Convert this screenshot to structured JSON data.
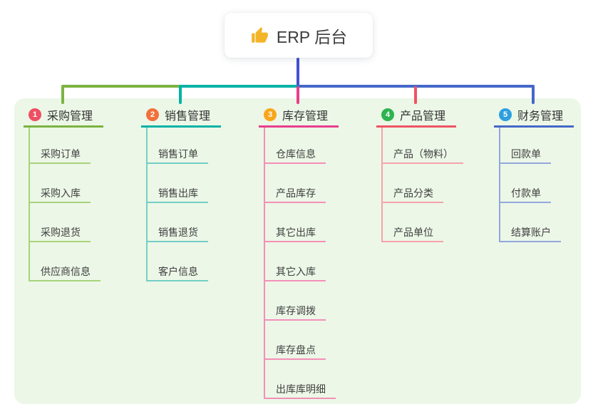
{
  "root": {
    "label": "ERP 后台",
    "icon": "thumbs-up",
    "icon_color": "#f2b52a"
  },
  "panel": {
    "background": "#ecf7e7"
  },
  "connector": {
    "root_line_color": "#4450d4"
  },
  "branches": [
    {
      "index": "1",
      "label": "采购管理",
      "badge_color": "#ee4f63",
      "line_color": "#7cb342",
      "item_line_color": "#a7d37b",
      "items": [
        "采购订单",
        "采购入库",
        "采购退货",
        "供应商信息"
      ]
    },
    {
      "index": "2",
      "label": "销售管理",
      "badge_color": "#f2713b",
      "line_color": "#00b3a6",
      "item_line_color": "#72cfc6",
      "items": [
        "销售订单",
        "销售出库",
        "销售退货",
        "客户信息"
      ]
    },
    {
      "index": "3",
      "label": "库存管理",
      "badge_color": "#f9a61a",
      "line_color": "#e83e8c",
      "item_line_color": "#f48fb8",
      "items": [
        "仓库信息",
        "产品库存",
        "其它出库",
        "其它入库",
        "库存调拨",
        "库存盘点",
        "出库库明细"
      ]
    },
    {
      "index": "4",
      "label": "产品管理",
      "badge_color": "#2eb34f",
      "line_color": "#ef5363",
      "item_line_color": "#f7a2ab",
      "items": [
        "产品（物料）",
        "产品分类",
        "产品单位"
      ]
    },
    {
      "index": "5",
      "label": "财务管理",
      "badge_color": "#2d9fe0",
      "line_color": "#4568c8",
      "item_line_color": "#92a8dd",
      "items": [
        "回款单",
        "付款单",
        "结算账户"
      ]
    }
  ]
}
